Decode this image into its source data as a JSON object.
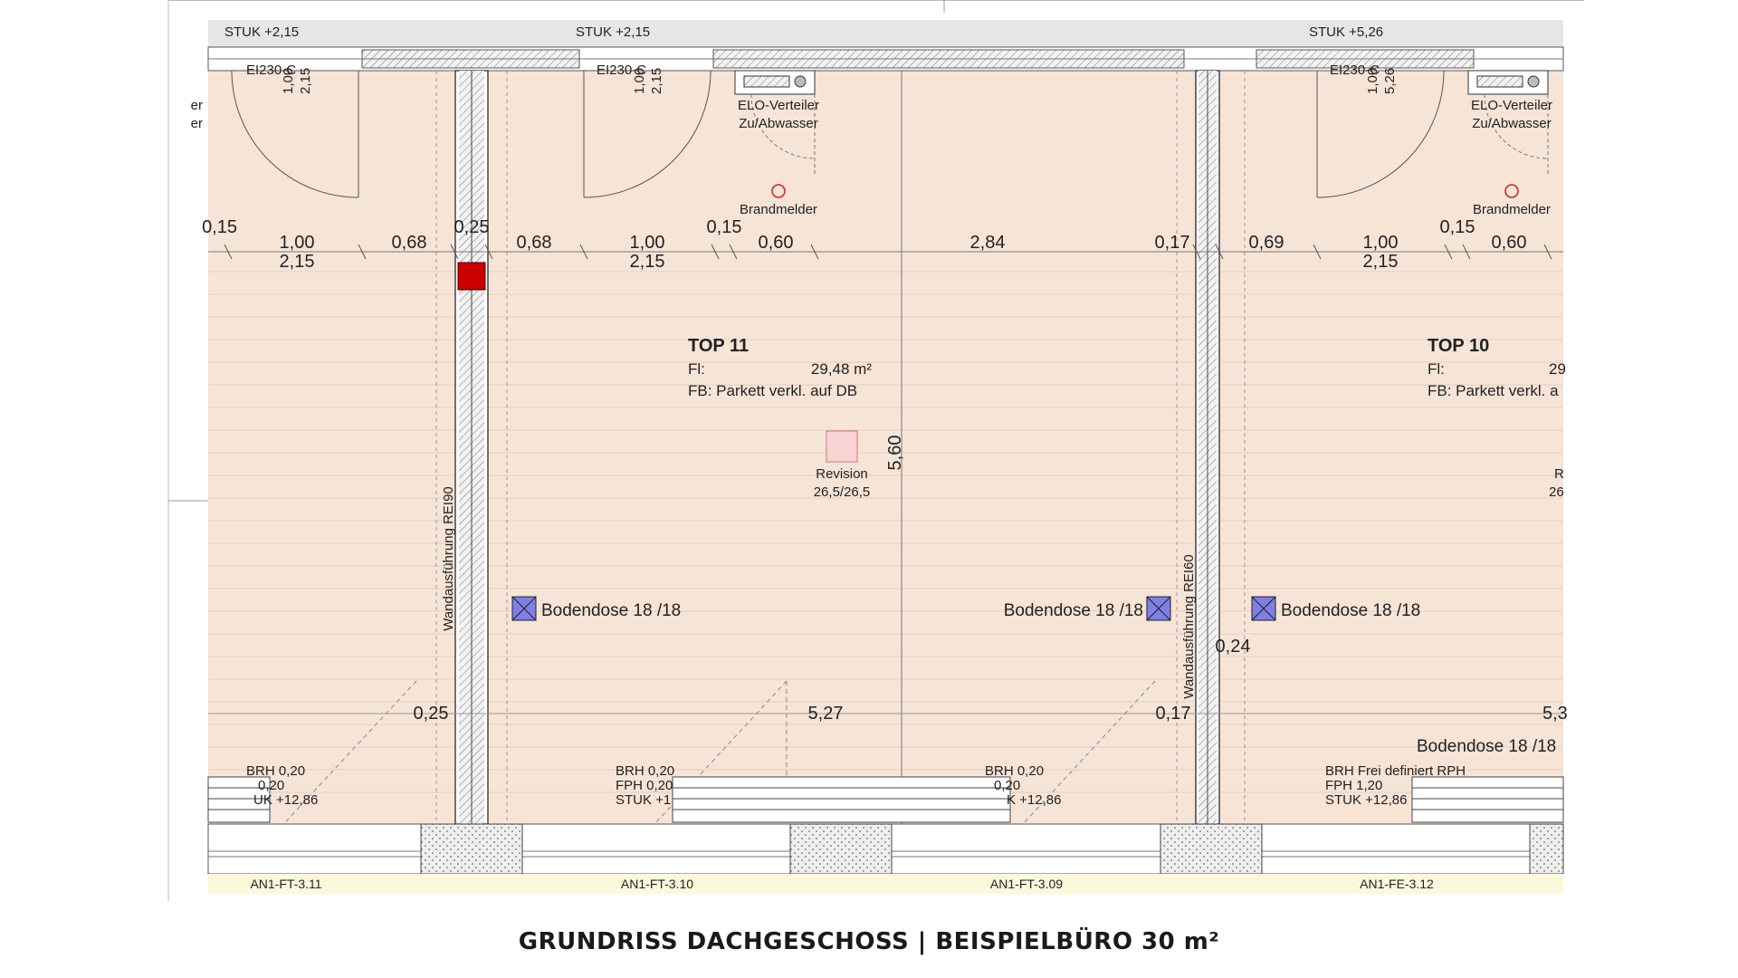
{
  "caption": "GRUNDRISS DACHGESCHOSS | BEISPIELBÜRO 30 m²",
  "stuk_top": [
    "STUK +2,15",
    "STUK +2,15",
    "STUK +5,26"
  ],
  "doors": [
    {
      "code": "EI230-C",
      "v1": "1,00",
      "v2": "2,15"
    },
    {
      "code": "EI230-C",
      "v1": "1,00",
      "v2": "2,15"
    },
    {
      "code": "EI230-C",
      "v1": "1,00",
      "v2": "5,26"
    }
  ],
  "left_fragment": [
    "er",
    "er"
  ],
  "elo": [
    {
      "line1": "ELO-Verteiler",
      "line2": "Zu/Abwasser",
      "detector": "Brandmelder"
    },
    {
      "line1": "ELO-Verteiler",
      "line2": "Zu/Abwasser",
      "detector": "Brandmelder"
    }
  ],
  "dims_top": [
    "0,15",
    "1,00",
    "2,15",
    "0,68",
    "0,25",
    "0,68",
    "1,00",
    "2,15",
    "0,15",
    "0,60",
    "2,84",
    "0,17",
    "0,69",
    "1,00",
    "2,15",
    "0,15",
    "0,60"
  ],
  "room11": {
    "title": "TOP 11",
    "fl_label": "Fl:",
    "fl_value": "29,48 m²",
    "fb": "FB: Parkett verkl. auf DB"
  },
  "room10": {
    "title": "TOP 10",
    "fl_label": "Fl:",
    "fl_value": "29",
    "fb": "FB: Parkett verkl. a"
  },
  "revision": {
    "line1": "Revision",
    "line2": "26,5/26,5",
    "fragment_r": "R",
    "fragment_2": "26"
  },
  "height_dim": "5,60",
  "walls": [
    "Wandausführung REI90",
    "Wandausführung REI60"
  ],
  "floor_boxes": [
    "Bodendose 18 /18",
    "Bodendose 18 /18",
    "Bodendose 18 /18",
    "Bodendose 18 /18"
  ],
  "dims_bottom": [
    "0,25",
    "5,27",
    "0,17",
    "0,24",
    "5,3"
  ],
  "windows": [
    {
      "brh": "BRH 0,20",
      "fph": "0,20",
      "stuk": "UK +12,86"
    },
    {
      "brh": "BRH 0,20",
      "fph": "FPH 0,20",
      "stuk": "STUK +1"
    },
    {
      "brh": "BRH 0,20",
      "fph": "0,20",
      "stuk": "K +12,86"
    },
    {
      "brh": "BRH Frei definiert RPH",
      "fph": "FPH 1,20",
      "stuk": "STUK +12,86"
    }
  ],
  "window_codes": [
    "AN1-FT-3.11",
    "AN1-FT-3.10",
    "AN1-FT-3.09",
    "AN1-FE-3.12"
  ],
  "colors": {
    "floor": "#f6e4d6",
    "band_top": "#e6e6e6",
    "band_bottom": "#fbf8dc",
    "floor_box": "#7f7fe8",
    "red_marker": "#cc0000",
    "revision_box": "#fad4d4"
  }
}
